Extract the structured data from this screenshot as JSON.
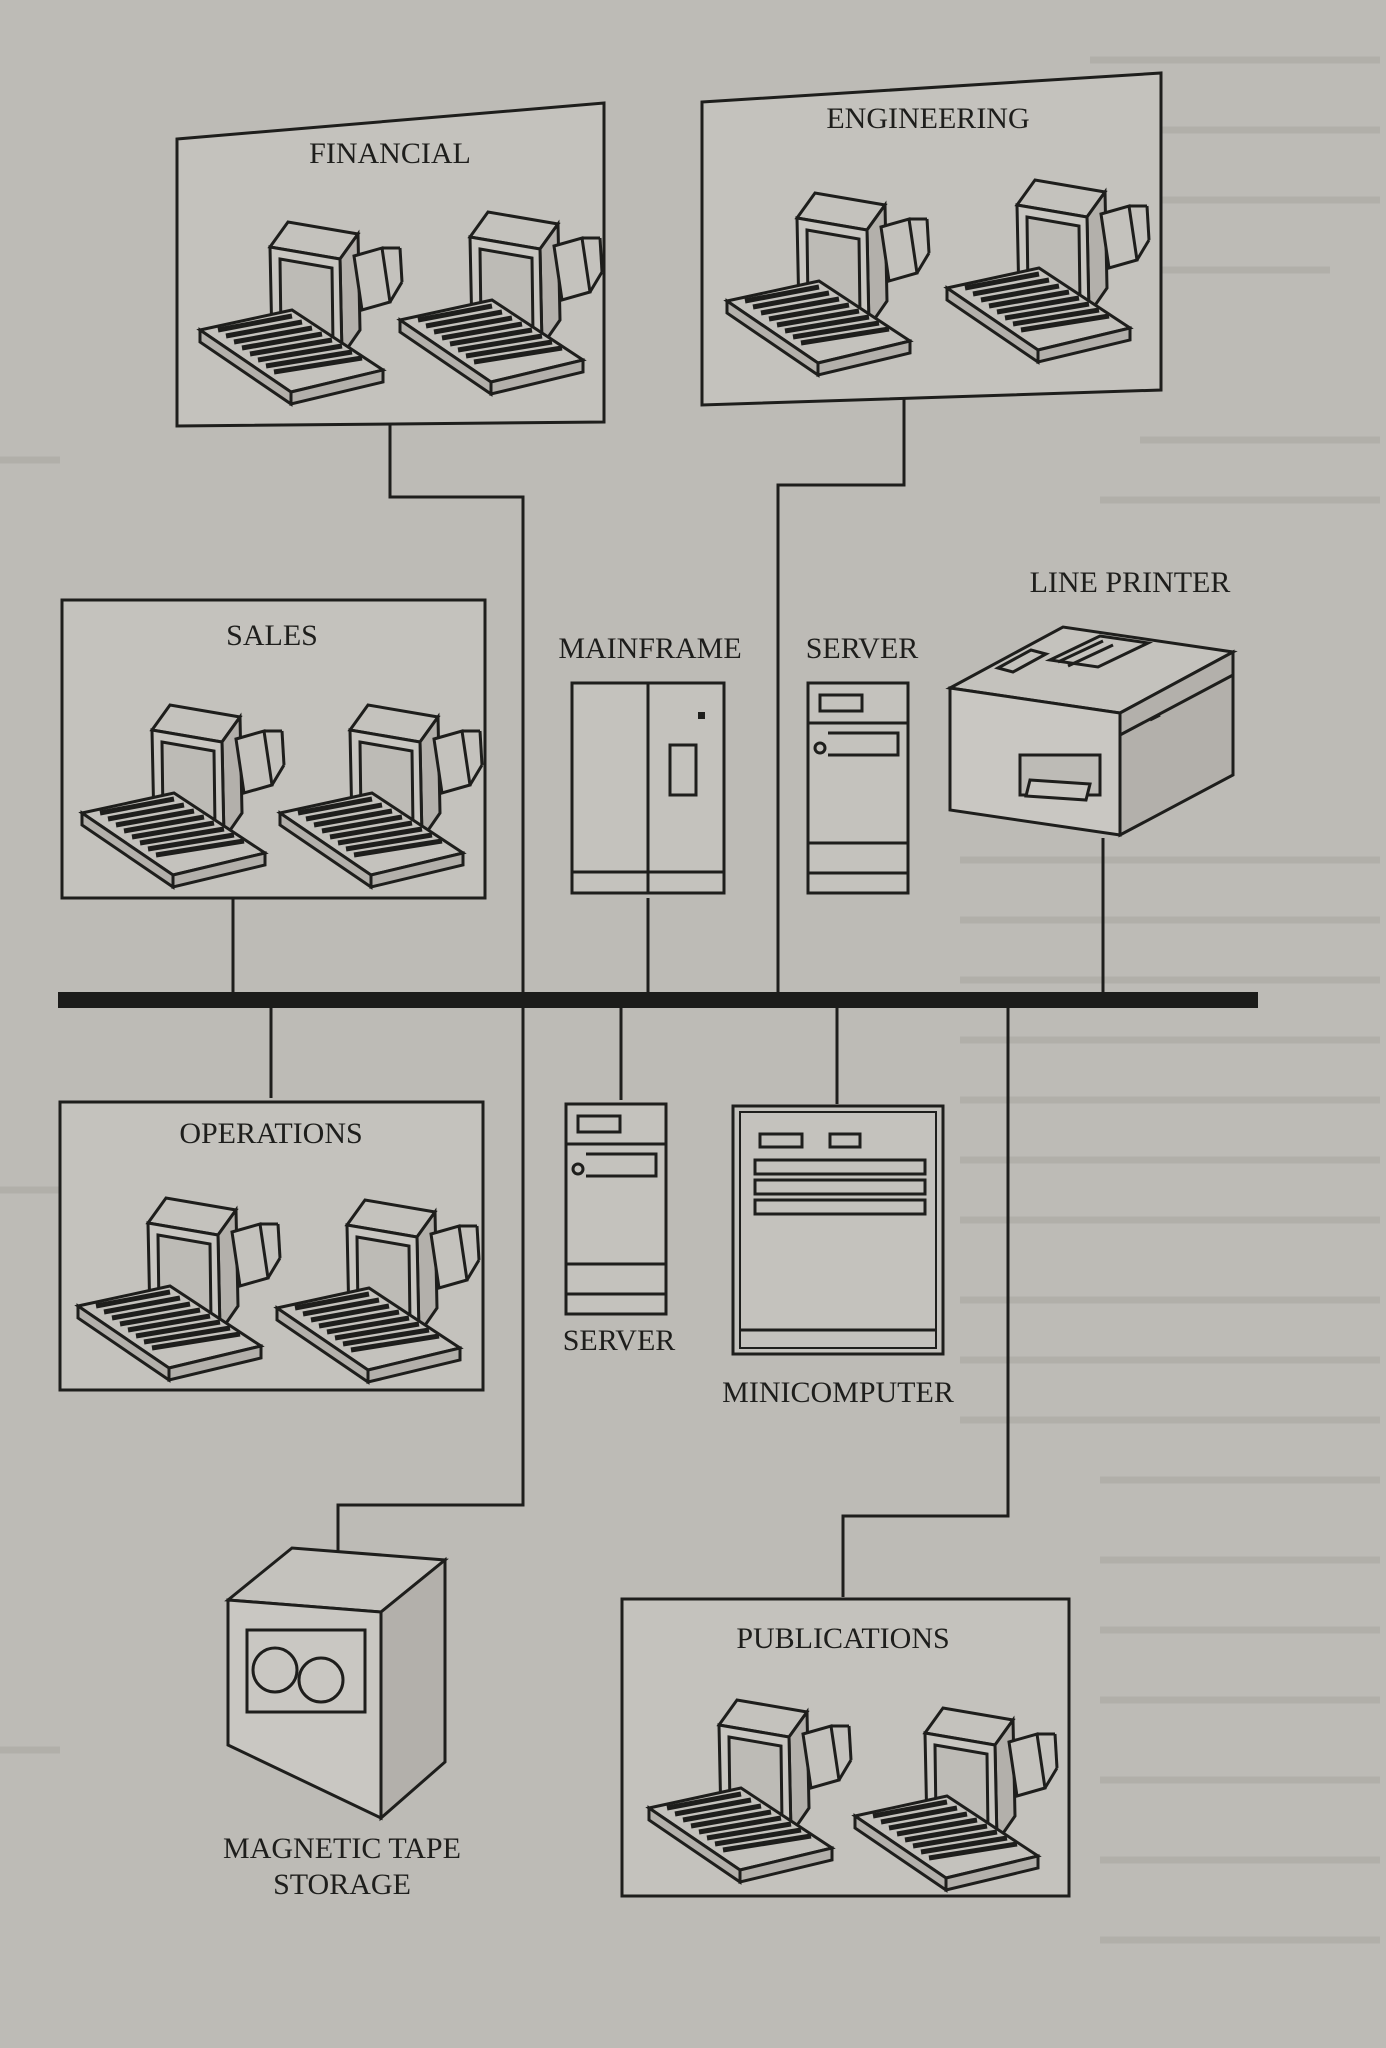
{
  "departments": {
    "financial": "FINANCIAL",
    "engineering": "ENGINEERING",
    "sales": "SALES",
    "operations": "OPERATIONS",
    "publications": "PUBLICATIONS"
  },
  "devices": {
    "mainframe": "MAINFRAME",
    "server_top": "SERVER",
    "line_printer": "LINE PRINTER",
    "server_bottom": "SERVER",
    "minicomputer": "MINICOMPUTER",
    "tape_line1": "MAGNETIC TAPE",
    "tape_line2": "STORAGE"
  },
  "colors": {
    "paper": "#bdbbb6",
    "ink": "#1e1e1c",
    "box_fill": "#c4c2bd"
  }
}
